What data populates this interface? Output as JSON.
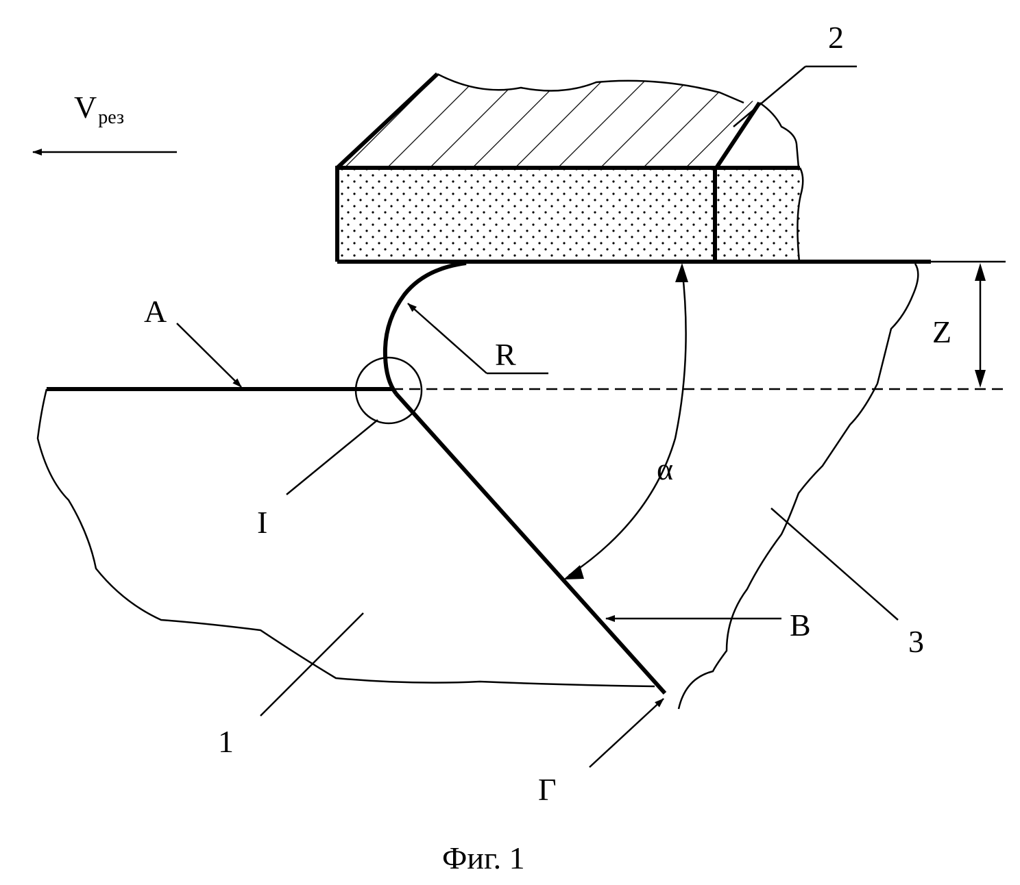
{
  "labels": {
    "velocity_main": "V",
    "velocity_sub": "рез",
    "part_2": "2",
    "surface_a": "A",
    "radius_r": "R",
    "depth_z": "Z",
    "detail_i": "I",
    "angle_alpha": "α",
    "surface_b": "В",
    "part_3": "3",
    "part_1": "1",
    "point_g": "Г",
    "caption": "Фиг. 1"
  }
}
